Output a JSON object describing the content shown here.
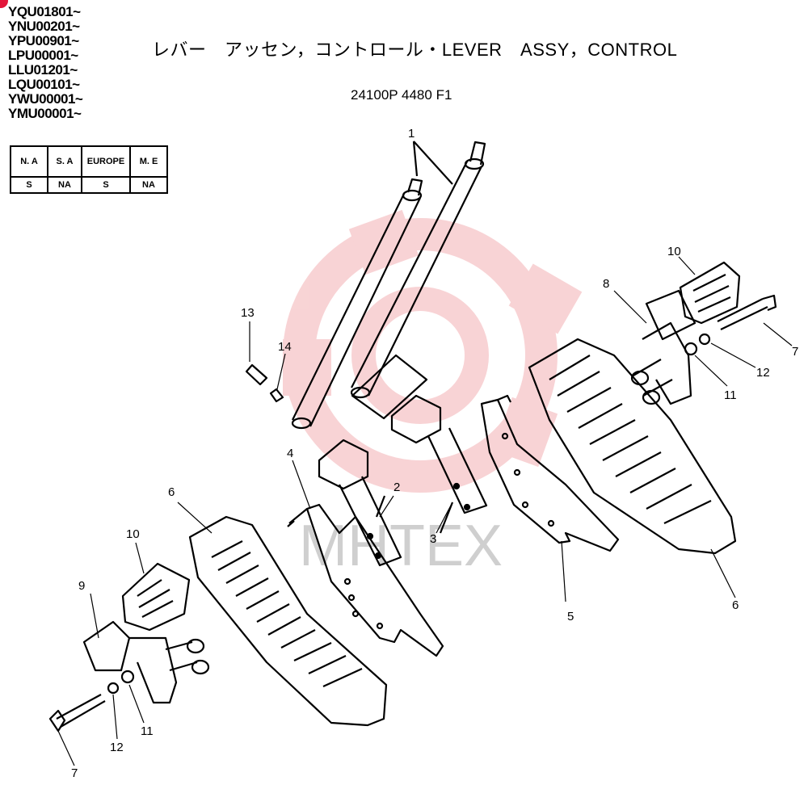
{
  "serial_numbers": [
    "YQU01801~",
    "YNU00201~",
    "YPU00901~",
    "LPU00001~",
    "LLU01201~",
    "LQU00101~",
    "YWU00001~",
    "YMU00001~"
  ],
  "market_table": {
    "headers": [
      "N. A",
      "S. A",
      "EUROPE",
      "M. E"
    ],
    "values": [
      "S",
      "NA",
      "S",
      "NA"
    ]
  },
  "title": "レバー　アッセン，コントロール・LEVER　ASSY，CONTROL",
  "part_number": "24100P 4480 F1",
  "callouts": [
    "1",
    "2",
    "3",
    "4",
    "5",
    "6",
    "6",
    "7",
    "7",
    "8",
    "9",
    "10",
    "10",
    "11",
    "11",
    "12",
    "12",
    "13",
    "14"
  ],
  "watermark_text": "MHTEX",
  "colors": {
    "watermark": "#f3b0b3",
    "line": "#000000",
    "badge": "#e3163a"
  }
}
